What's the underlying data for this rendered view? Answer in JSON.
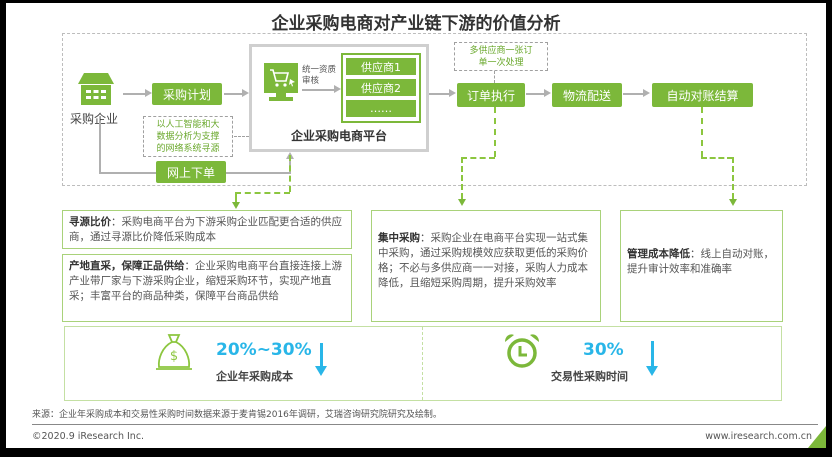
{
  "title": "企业采购电商对产业链下游的价值分析",
  "flow": {
    "enterprise_label": "采购企业",
    "enterprise_icon": "building-icon",
    "plan_button": "采购计划",
    "ai_note": [
      "以人工智能和大",
      "数据分析为支撑",
      "的网络系统寻源"
    ],
    "online_order_button": "网上下单",
    "platform": {
      "label": "企业采购电商平台",
      "icon": "shopping-cart-monitor-icon",
      "review_label": [
        "统一资质",
        "审核"
      ],
      "suppliers": [
        "供应商1",
        "供应商2",
        "……"
      ]
    },
    "multi_supplier_note": [
      "多供应商一张订",
      "单一次处理"
    ],
    "steps": [
      "订单执行",
      "物流配送",
      "自动对账结算"
    ]
  },
  "cards": {
    "sourcing": {
      "title": "寻源比价",
      "text": "：采购电商平台为下游采购企业匹配更合适的供应商，通过寻源比价降低采购成本"
    },
    "direct": {
      "title": "产地直采，保障正品供给",
      "text": "：企业采购电商平台直接连接上游产业带厂家与下游采购企业，缩短采购环节，实现产地直采；丰富平台的商品种类，保障平台商品供给"
    },
    "centralized": {
      "title": "集中采购",
      "text": "：采购企业在电商平台实现一站式集中采购，通过采购规模效应获取更低的采购价格；不必与多供应商一一对接，采购人力成本降低，且缩短采购周期，提升采购效率"
    },
    "management": {
      "title": "管理成本降低",
      "text": "：线上自动对账，提升审计效率和准确率"
    }
  },
  "stats": [
    {
      "icon": "money-bag-icon",
      "value": "20%~30%",
      "label": "企业年采购成本",
      "trend": "down"
    },
    {
      "icon": "alarm-clock-icon",
      "value": "30%",
      "label": "交易性采购时间",
      "trend": "down"
    }
  ],
  "footer": {
    "source": "来源：企业年采购成本和交易性采购时间数据来源于麦肯锡2016年调研，艾瑞咨询研究院研究及绘制。",
    "copyright": "©2020.9 iResearch Inc.",
    "website": "www.iresearch.com.cn"
  },
  "colors": {
    "green": "#7cb83a",
    "blue": "#29b6e8",
    "gray_line": "#b0b0b0"
  }
}
